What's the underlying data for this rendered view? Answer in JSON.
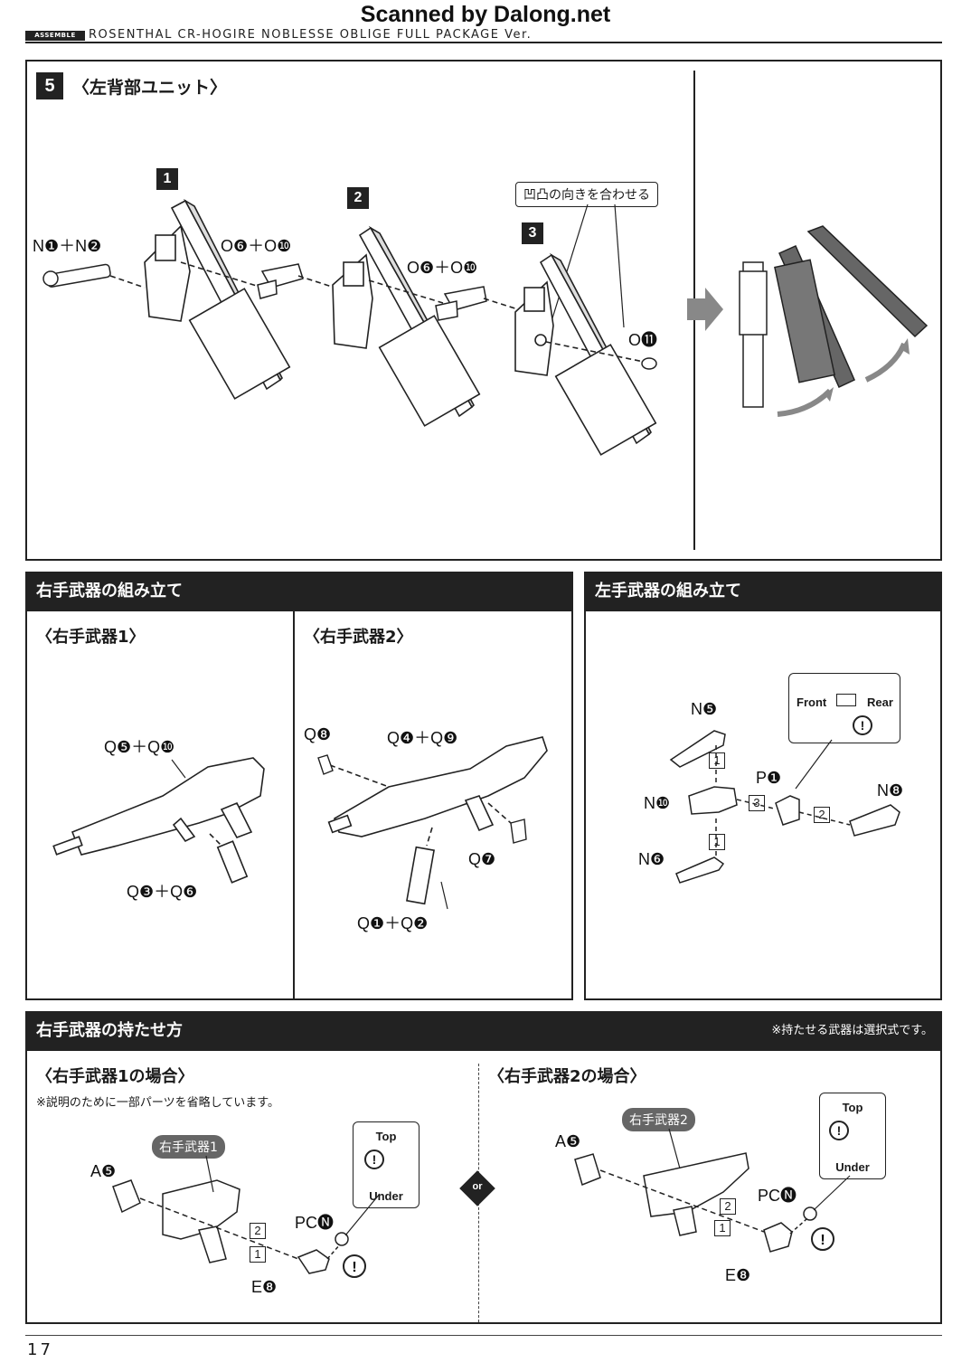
{
  "watermark": "Scanned by Dalong.net",
  "header": {
    "tag": "ASSEMBLE",
    "title": "ROSENTHAL CR-HOGIRE NOBLESSE OBLIGE FULL PACKAGE Ver."
  },
  "step5": {
    "number": "5",
    "title": "〈左背部ユニット〉",
    "substeps": [
      "1",
      "2",
      "3"
    ],
    "callout": "凹凸の向きを合わせる",
    "parts": {
      "p1": "N❶＋N❷",
      "p2": "O❻＋O❿",
      "p3": "O❻＋O❿",
      "p4": "O⓫"
    }
  },
  "right_weapon_assembly": {
    "title": "右手武器の組み立て",
    "weapon1": {
      "title": "〈右手武器1〉",
      "parts": [
        "Q❺＋Q❿",
        "Q❸＋Q❻"
      ]
    },
    "weapon2": {
      "title": "〈右手武器2〉",
      "parts": [
        "Q❽",
        "Q❹＋Q❾",
        "Q❼",
        "Q❶＋Q❷"
      ]
    }
  },
  "left_weapon_assembly": {
    "title": "左手武器の組み立て",
    "info_front": "Front",
    "info_rear": "Rear",
    "parts": [
      "N❺",
      "P❶",
      "N❽",
      "N❿",
      "N❻"
    ],
    "order": [
      "1",
      "3",
      "2",
      "1"
    ]
  },
  "hold": {
    "title": "右手武器の持たせ方",
    "note": "※持たせる武器は選択式です。",
    "case1": {
      "title": "〈右手武器1の場合〉",
      "subnote": "※説明のために一部パーツを省略しています。",
      "pill": "右手武器1",
      "parts": [
        "A❺",
        "PC🅝",
        "E❽"
      ],
      "info_top": "Top",
      "info_under": "Under",
      "order": [
        "2",
        "1"
      ]
    },
    "case2": {
      "title": "〈右手武器2の場合〉",
      "pill": "右手武器2",
      "parts": [
        "A❺",
        "PC🅝",
        "E❽"
      ],
      "info_top": "Top",
      "info_under": "Under",
      "order": [
        "2",
        "1"
      ]
    },
    "or_mark": "or"
  },
  "page_number": "17"
}
